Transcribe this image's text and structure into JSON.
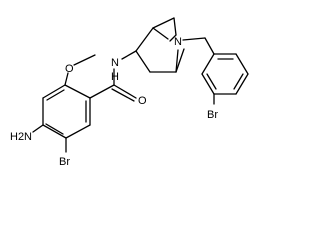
{
  "structure": {
    "labels": {
      "amine": "H2N",
      "bromo_left": "Br",
      "amide_nh": "N",
      "amide_h": "H",
      "carbonyl_o": "O",
      "methoxy_o": "O",
      "bridge_n": "N",
      "bromo_right": "Br"
    }
  },
  "colors": {
    "bond": "#000000",
    "background": "#ffffff"
  }
}
